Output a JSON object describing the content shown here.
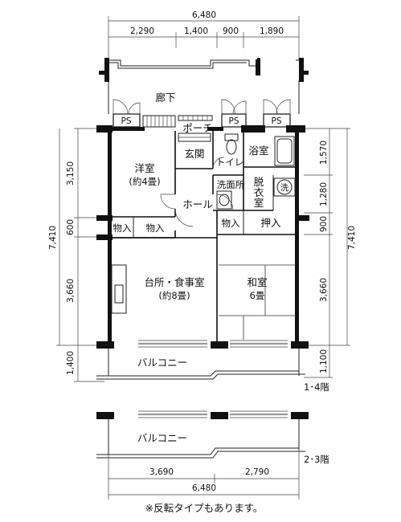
{
  "dimensions": {
    "top_total": "6,480",
    "top_segments": [
      "2,290",
      "1,400",
      "900",
      "1,890"
    ],
    "left_segments": [
      "3,150",
      "600",
      "3,660",
      "1,400"
    ],
    "left_total": "7,410",
    "right_segments": [
      "1,570",
      "1,280",
      "900",
      "3,660",
      "1,100"
    ],
    "right_total": "7,410",
    "bottom_segments": [
      "3,690",
      "2,790"
    ],
    "bottom_total": "6,480"
  },
  "rooms": {
    "corridor": "廊下",
    "porch": "ポーチ",
    "entrance": "玄関",
    "toilet": "トイレ",
    "bath": "浴室",
    "western_room": "洋室",
    "western_room_size": "(約4畳)",
    "washroom": "洗面所",
    "dressing_line1": "脱",
    "dressing_line2": "衣",
    "dressing_line3": "室",
    "washer": "洗",
    "hall": "ホール",
    "storage_a": "物入",
    "storage_b": "物入",
    "storage_c": "物入",
    "closet": "押入",
    "kitchen_dining": "台所・食事室",
    "kitchen_dining_size": "(約8畳)",
    "japanese_room": "和室",
    "japanese_room_size": "6畳",
    "balcony_1": "バルコニー",
    "balcony_2": "バルコニー"
  },
  "ps_labels": [
    "PS",
    "PS",
    "PS"
  ],
  "floor_labels": {
    "floors_1_4": "1･4階",
    "floors_2_3": "2･3階"
  },
  "note": "※反転タイプもあります。"
}
